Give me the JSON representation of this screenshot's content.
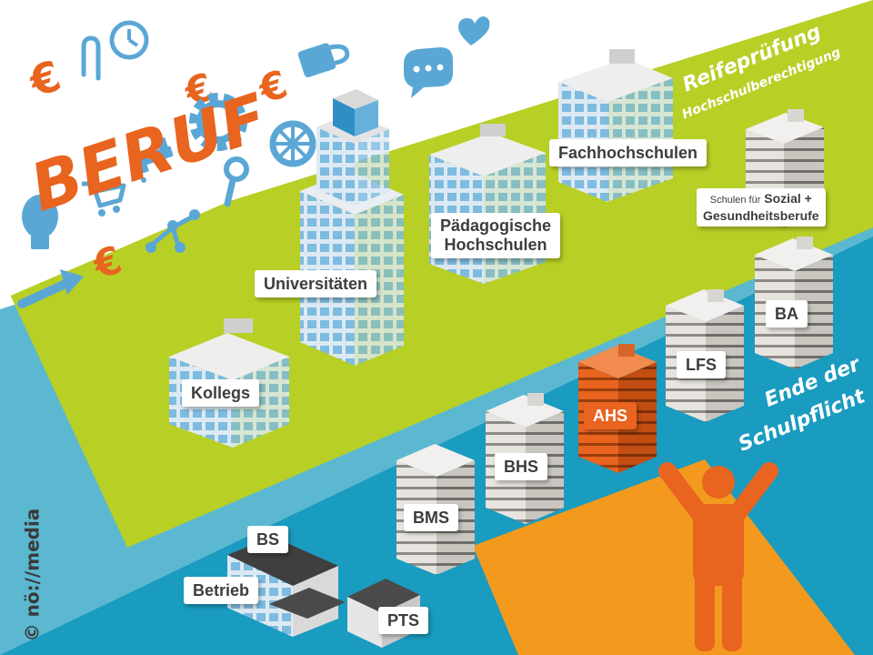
{
  "header": {
    "title": "BERUF"
  },
  "stages": {
    "upper": {
      "line1": "Reifeprüfung",
      "line2": "Hochschulberechtigung"
    },
    "lower": {
      "line1": "Ende der",
      "line2": "Schulpflicht"
    }
  },
  "institutions": {
    "fachhochschulen": "Fachhochschulen",
    "paedagogische_1": "Pädagogische",
    "paedagogische_2": "Hochschulen",
    "sozial_pre": "Schulen für",
    "sozial_1": "Sozial +",
    "sozial_2": "Gesundheitsberufe",
    "universitaeten": "Universitäten",
    "kollegs": "Kollegs",
    "ba": "BA",
    "lfs": "LFS",
    "ahs": "AHS",
    "bhs": "BHS",
    "bms": "BMS",
    "bs": "BS",
    "betrieb": "Betrieb",
    "pts": "PTS"
  },
  "icons": [
    "euro-icon",
    "paperclip-icon",
    "clock-icon",
    "mug-icon",
    "chat-bubble-icon",
    "heart-icon",
    "gear-icon",
    "faucet-icon",
    "shopping-cart-icon",
    "lightbulb-icon",
    "key-icon",
    "wheel-icon",
    "hierarchy-icon",
    "arrow-icon"
  ],
  "colors": {
    "lime": "#b8cf26",
    "mid_blue": "#5bb8d0",
    "deep_blue": "#1a9bc0",
    "orange": "#e8641f",
    "sand": "#f39a1e",
    "icon_blue": "#5aa7d6",
    "icon_orange": "#e8641f"
  },
  "credit": "© nö://media"
}
